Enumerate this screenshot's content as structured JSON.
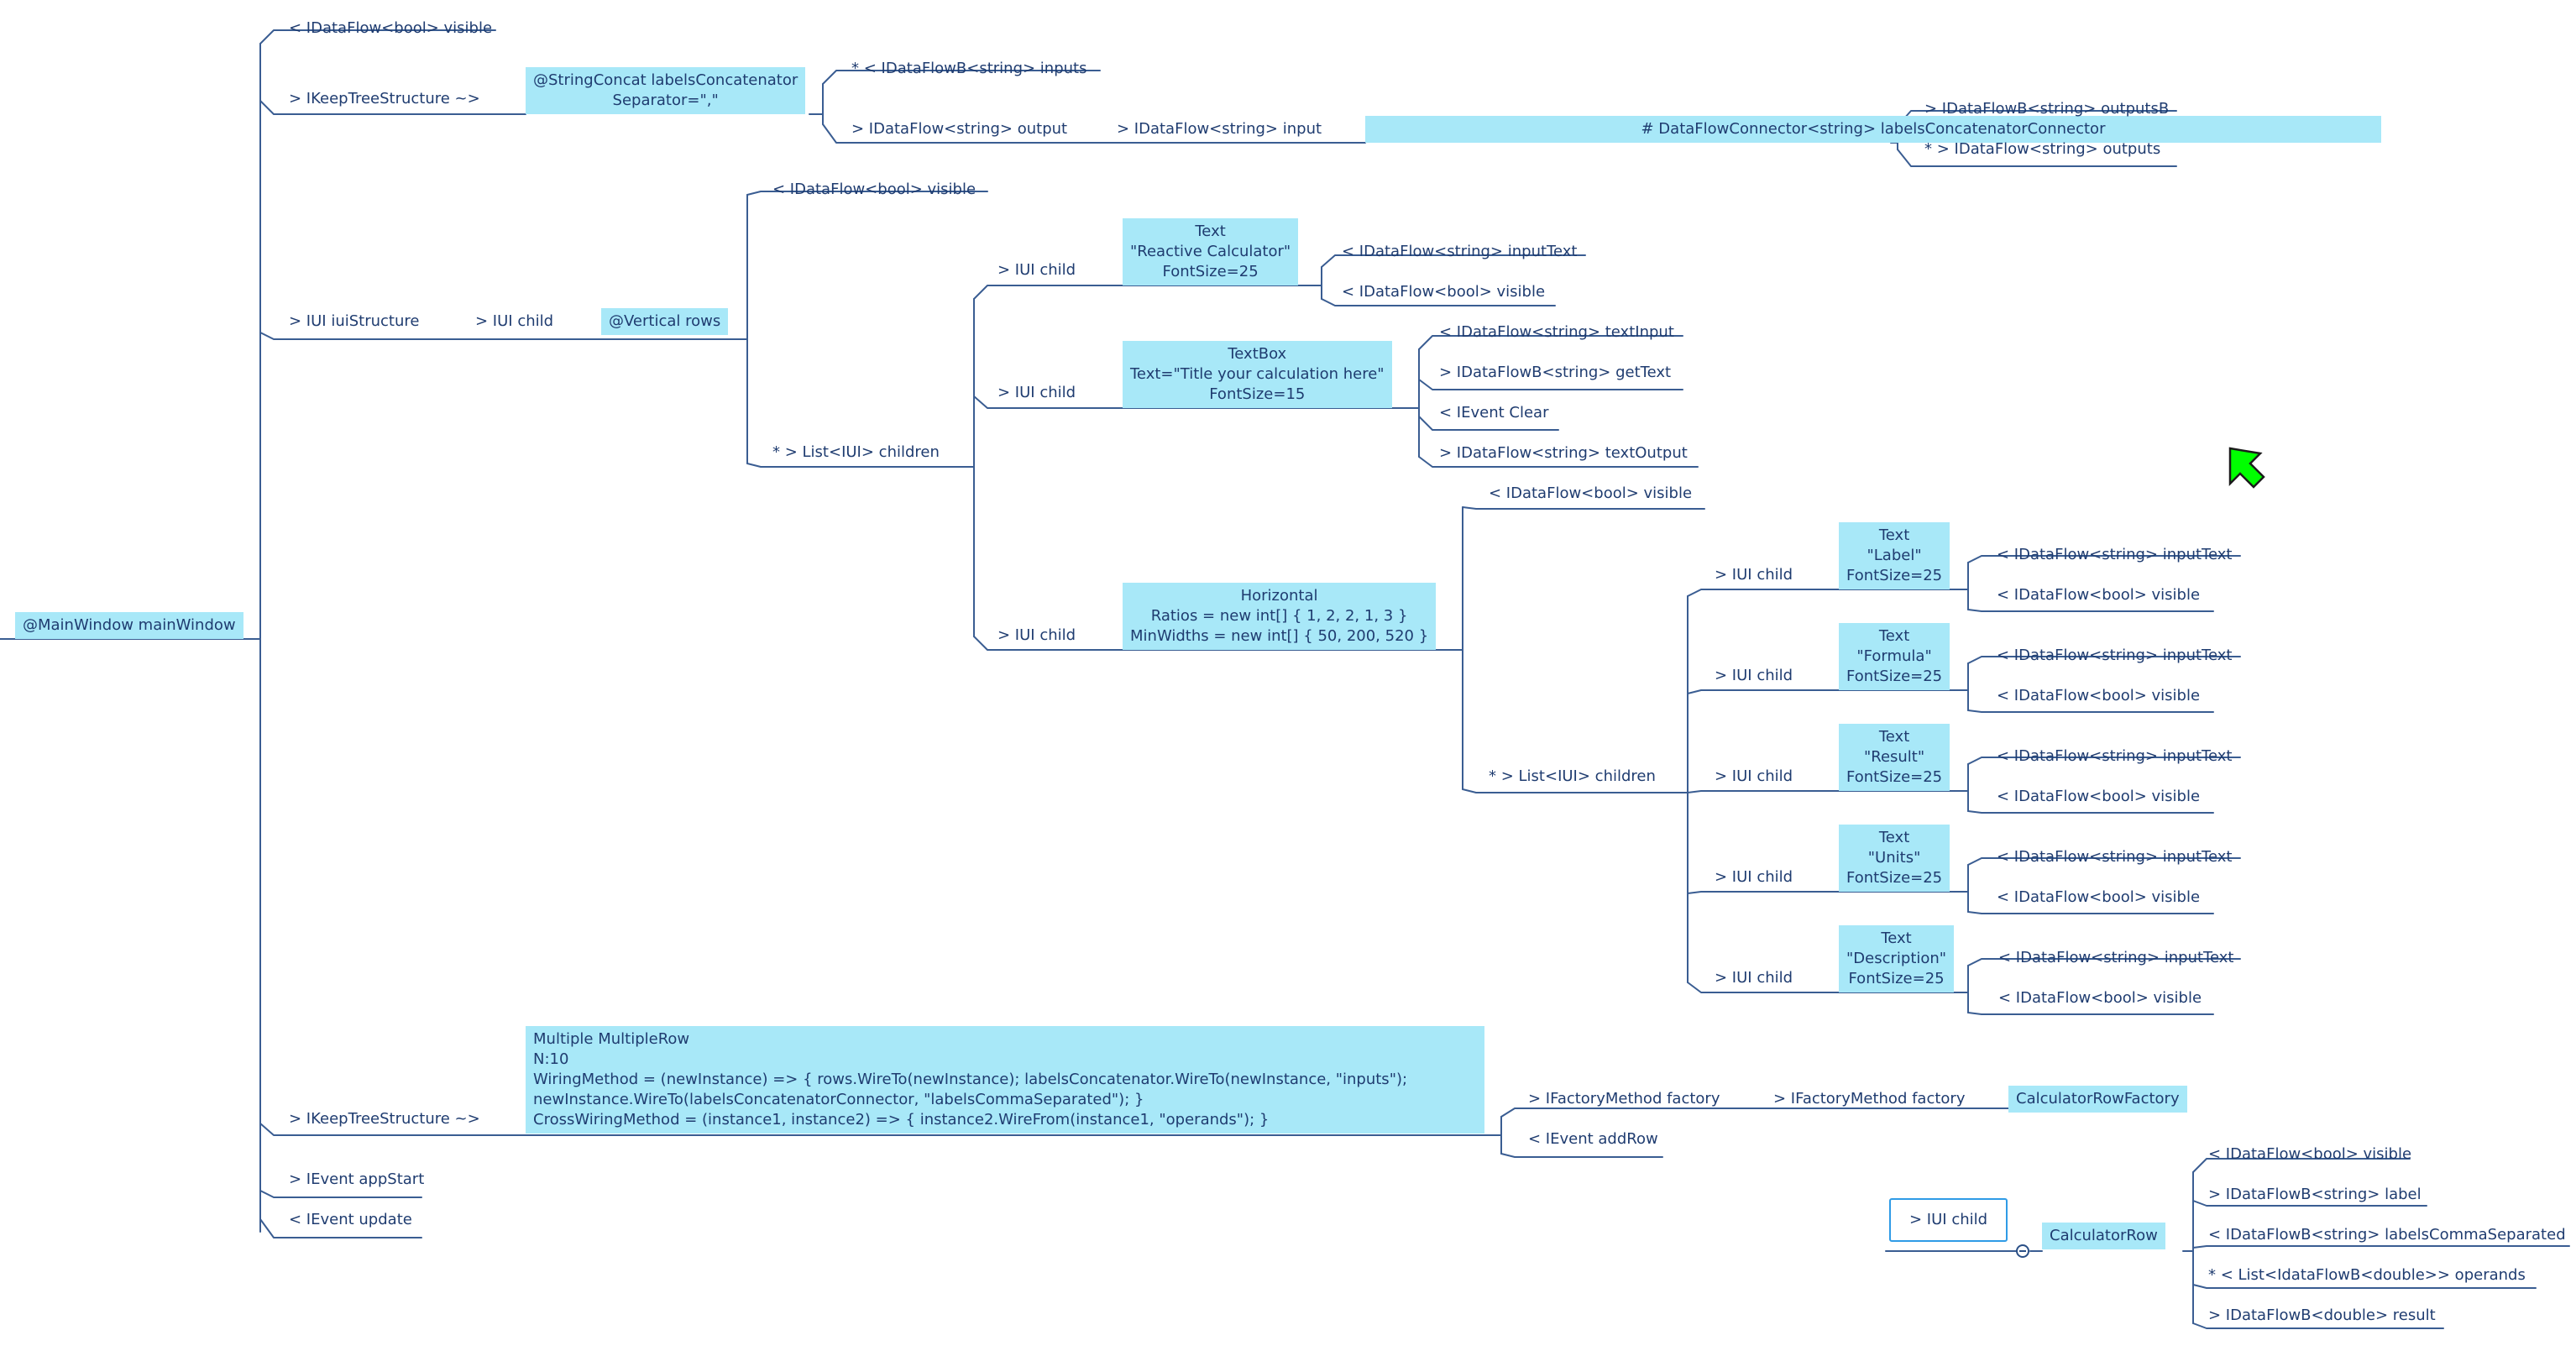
{
  "colors": {
    "line": "#3a5d92",
    "box": "#a8e8f8",
    "text": "#1f3c70",
    "selection": "#2f9be6",
    "cursor": "#00ff00"
  },
  "cursor": {
    "icon": "green-arrow-cursor-icon"
  },
  "toggle": {
    "icon": "collapse-toggle-icon"
  },
  "nodes": {
    "main_window": "@MainWindow mainWindow",
    "visible_top": "< IDataFlow<bool> visible",
    "keep_tree_1": "> IKeepTreeStructure ~>",
    "string_concat": [
      "@StringConcat labelsConcatenator",
      "Separator=\",\""
    ],
    "sc_inputs": "* < IDataFlowB<string> inputs",
    "sc_output": "> IDataFlow<string> output",
    "conn_input": "> IDataFlow<string> input",
    "connector": "# DataFlowConnector<string> labelsConcatenatorConnector",
    "conn_outputsB": "> IDataFlowB<string> outputsB",
    "conn_outputs": "* > IDataFlow<string> outputs",
    "iui_structure": "> IUI iuiStructure",
    "iui_child_a": "> IUI child",
    "vertical": "@Vertical rows",
    "v_visible": "< IDataFlow<bool> visible",
    "v_children": "* > List<IUI> children",
    "child_text": "> IUI child",
    "text_title": [
      "Text",
      "\"Reactive Calculator\"",
      "FontSize=25"
    ],
    "tt_inputText": "< IDataFlow<string> inputText",
    "tt_visible": "< IDataFlow<bool> visible",
    "child_textbox": "> IUI child",
    "textbox": [
      "TextBox",
      "Text=\"Title your calculation here\"",
      "FontSize=15"
    ],
    "tb_textInput": "< IDataFlow<string> textInput",
    "tb_getText": "> IDataFlowB<string> getText",
    "tb_clear": "< IEvent Clear",
    "tb_textOutput": "> IDataFlow<string> textOutput",
    "child_horizontal": "> IUI child",
    "horizontal": [
      "Horizontal",
      "Ratios = new int[] { 1, 2, 2, 1, 3 }",
      "MinWidths = new int[] { 50, 200, 520 }"
    ],
    "h_visible": "< IDataFlow<bool> visible",
    "h_children": "* > List<IUI> children",
    "h_rows": [
      {
        "child": "> IUI child",
        "text": [
          "Text",
          "\"Label\"",
          "FontSize=25"
        ],
        "inputText": "< IDataFlow<string> inputText",
        "visible": "< IDataFlow<bool> visible"
      },
      {
        "child": "> IUI child",
        "text": [
          "Text",
          "\"Formula\"",
          "FontSize=25"
        ],
        "inputText": "< IDataFlow<string> inputText",
        "visible": "< IDataFlow<bool> visible"
      },
      {
        "child": "> IUI child",
        "text": [
          "Text",
          "\"Result\"",
          "FontSize=25"
        ],
        "inputText": "< IDataFlow<string> inputText",
        "visible": "< IDataFlow<bool> visible"
      },
      {
        "child": "> IUI child",
        "text": [
          "Text",
          "\"Units\"",
          "FontSize=25"
        ],
        "inputText": "< IDataFlow<string> inputText",
        "visible": "< IDataFlow<bool> visible"
      },
      {
        "child": "> IUI child",
        "text": [
          "Text",
          "\"Description\"",
          "FontSize=25"
        ],
        "inputText": "< IDataFlow<string> inputText",
        "visible": "< IDataFlow<bool> visible"
      }
    ],
    "keep_tree_2": "> IKeepTreeStructure ~>",
    "multiple": [
      "Multiple MultipleRow",
      "N:10",
      "WiringMethod = (newInstance) => { rows.WireTo(newInstance); labelsConcatenator.WireTo(newInstance, \"inputs\");",
      "newInstance.WireTo(labelsConcatenatorConnector, \"labelsCommaSeparated\"); }",
      "CrossWiringMethod = (instance1, instance2) => { instance2.WireFrom(instance1, \"operands\"); }"
    ],
    "factory_1": "> IFactoryMethod factory",
    "factory_2": "> IFactoryMethod factory",
    "calc_row_factory": "CalculatorRowFactory",
    "add_row": "< IEvent addRow",
    "app_start": "> IEvent appStart",
    "update": "< IEvent update",
    "iui_child_sel": "> IUI child",
    "calculator_row": "CalculatorRow",
    "cr_visible": "< IDataFlow<bool> visible",
    "cr_label": "> IDataFlowB<string> label",
    "cr_labelsCS": "< IDataFlowB<string> labelsCommaSeparated",
    "cr_operands": "* < List<IdataFlowB<double>> operands",
    "cr_result": "> IDataFlowB<double> result"
  }
}
